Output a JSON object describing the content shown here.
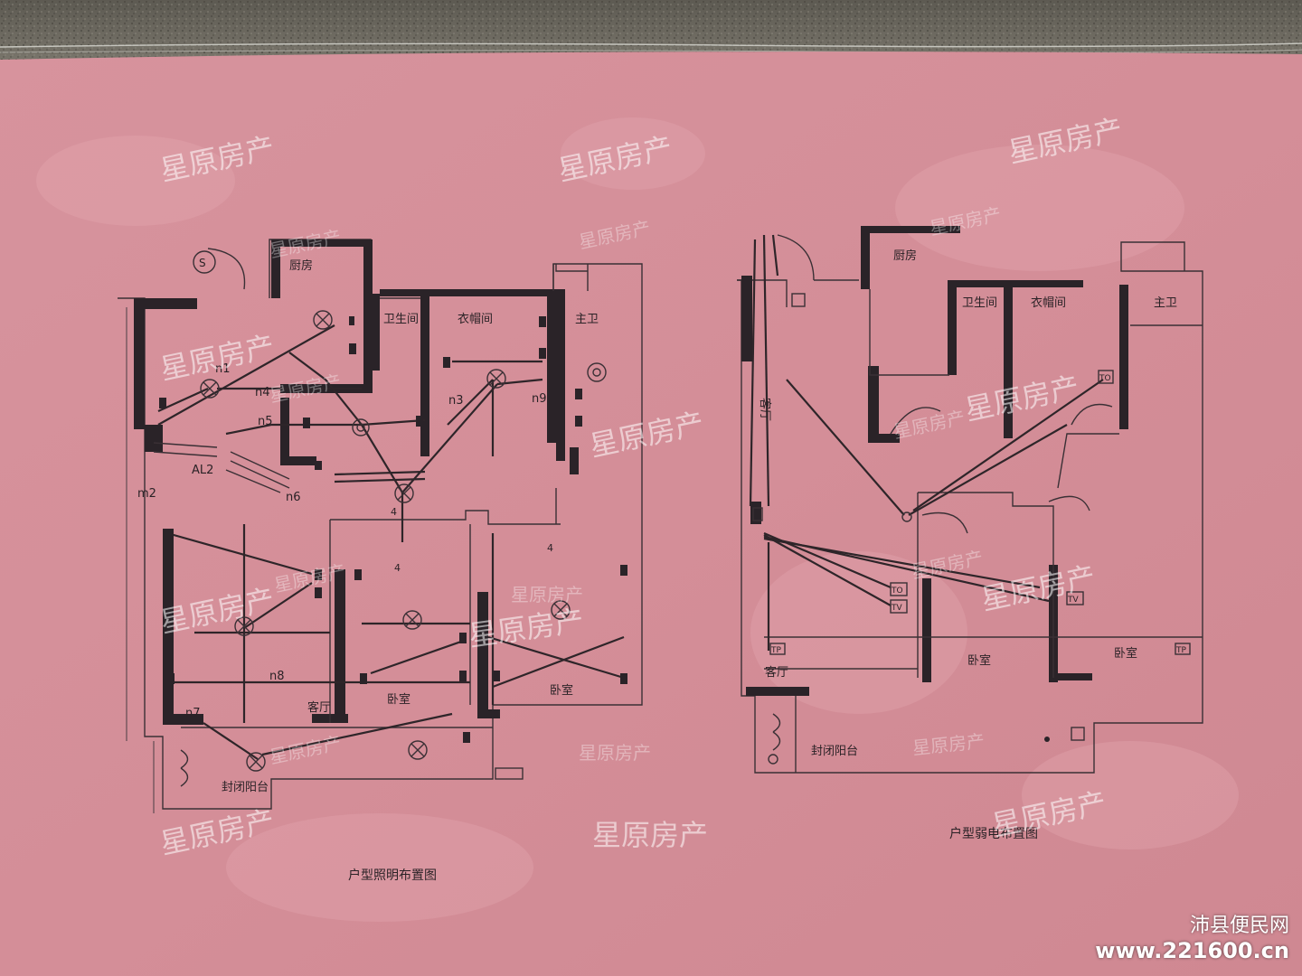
{
  "watermark": "星原房产",
  "site_watermark": {
    "name": "沛县便民网",
    "url": "www.221600.cn"
  },
  "left_plan": {
    "caption": "户型照明布置图",
    "rooms": [
      "厨房",
      "卫生间",
      "衣帽间",
      "主卫",
      "客厅",
      "卧室",
      "卧室",
      "封闭阳台"
    ],
    "circuits": [
      "n1",
      "n4",
      "n5",
      "n6",
      "n3",
      "n9",
      "AL2",
      "m2",
      "n8",
      "n7"
    ],
    "marks": [
      "S",
      "4",
      "4",
      "4"
    ]
  },
  "right_plan": {
    "caption": "户型弱电布置图",
    "rooms": [
      "厨房",
      "卫生间",
      "衣帽间",
      "主卫",
      "客厅",
      "客厅",
      "卧室",
      "卧室",
      "封闭阳台"
    ],
    "outlets": [
      "TO",
      "TO",
      "TV",
      "TP",
      "TV",
      "TP"
    ]
  },
  "colors": {
    "paper": "#d4909a",
    "wall_bg": "#6e6a62",
    "ink": "#2a2328"
  }
}
